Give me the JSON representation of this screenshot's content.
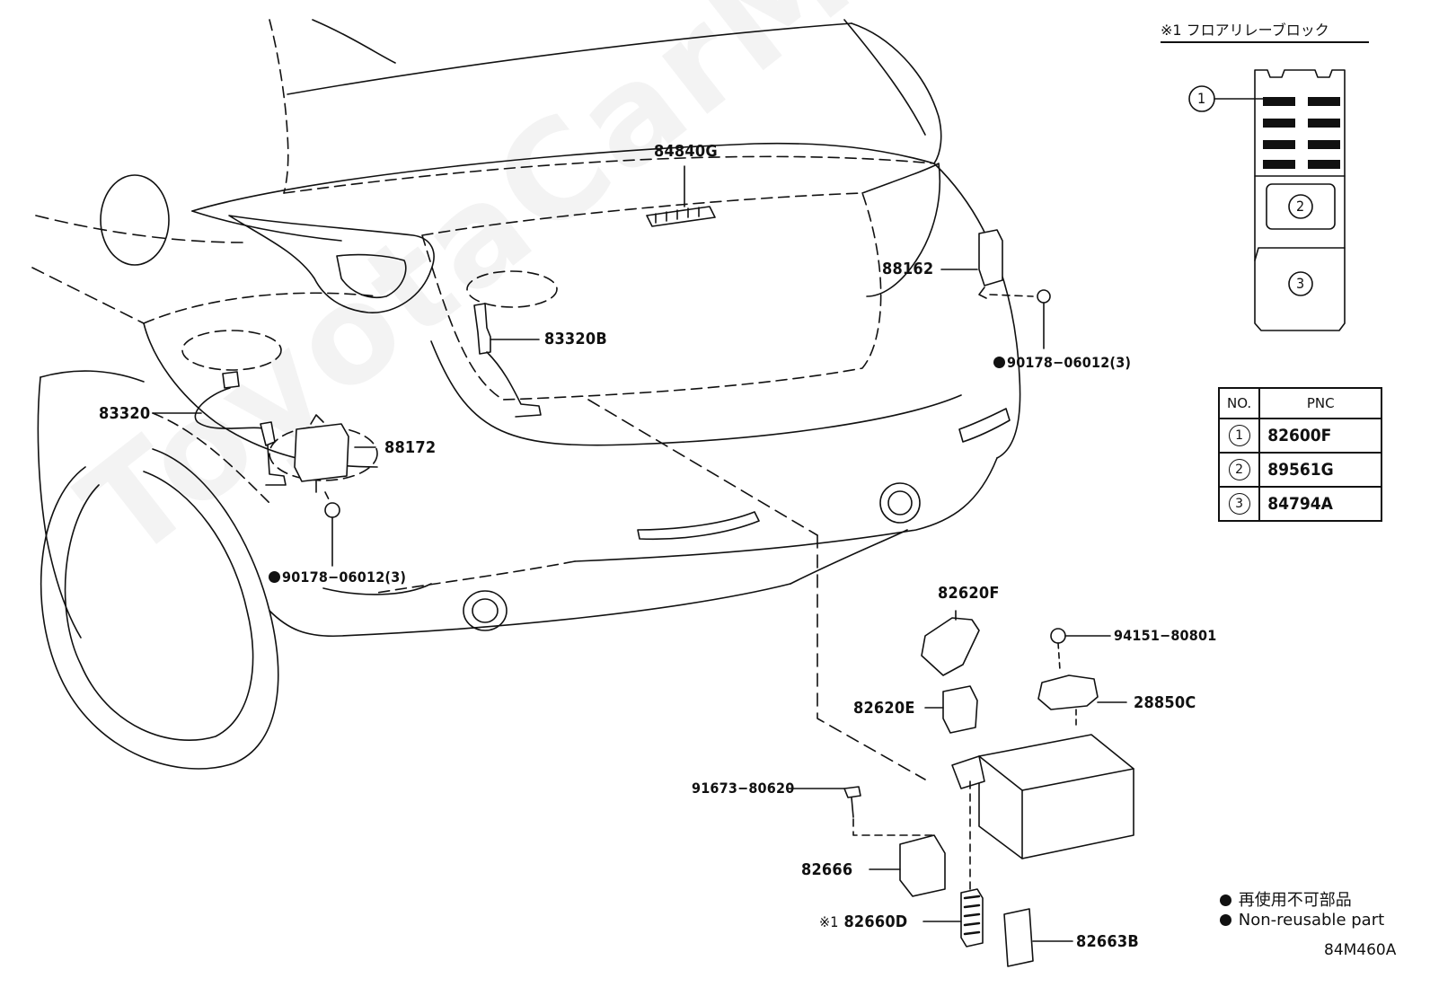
{
  "watermark": "ToyotaCarMine.ru",
  "relay_block": {
    "title": "※1 フロアリレーブロック",
    "markers": [
      "1",
      "2",
      "3"
    ]
  },
  "labels": {
    "p84840G": "84840G",
    "p88162": "88162",
    "p83320B": "83320B",
    "p90178_right": "90178−06012(3)",
    "p83320": "83320",
    "p88172": "88172",
    "p90178_left": "90178−06012(3)",
    "p82620F": "82620F",
    "p94151": "94151−80801",
    "p82620E": "82620E",
    "p28850C": "28850C",
    "p91673": "91673−80620",
    "p82666": "82666",
    "p82660D_mark": "※1",
    "p82660D": "82660D",
    "p82663B": "82663B"
  },
  "table": {
    "header_no": "NO.",
    "header_pnc": "PNC",
    "rows": [
      {
        "no": "1",
        "pnc": "82600F"
      },
      {
        "no": "2",
        "pnc": "89561G"
      },
      {
        "no": "3",
        "pnc": "84794A"
      }
    ]
  },
  "legend": {
    "jp": "再使用不可部品",
    "en": "Non-reusable part"
  },
  "diagram_code": "84M460A"
}
